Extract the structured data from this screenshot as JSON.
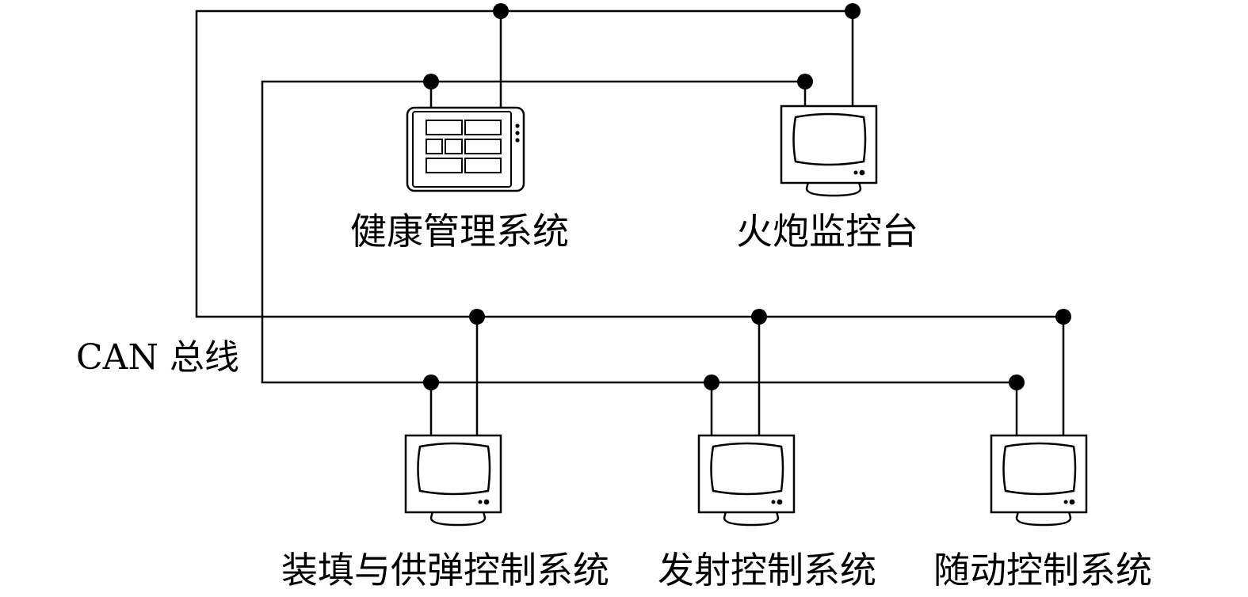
{
  "bus_label": "CAN 总线",
  "nodes": {
    "health_management": {
      "label": "健康管理系统",
      "icon": "tablet-panel-icon"
    },
    "gun_monitor": {
      "label": "火炮监控台",
      "icon": "monitor-icon"
    },
    "loading_supply": {
      "label": "装填与供弹控制系统",
      "icon": "monitor-icon"
    },
    "launch_control": {
      "label": "发射控制系统",
      "icon": "monitor-icon"
    },
    "servo_control": {
      "label": "随动控制系统",
      "icon": "monitor-icon"
    }
  }
}
